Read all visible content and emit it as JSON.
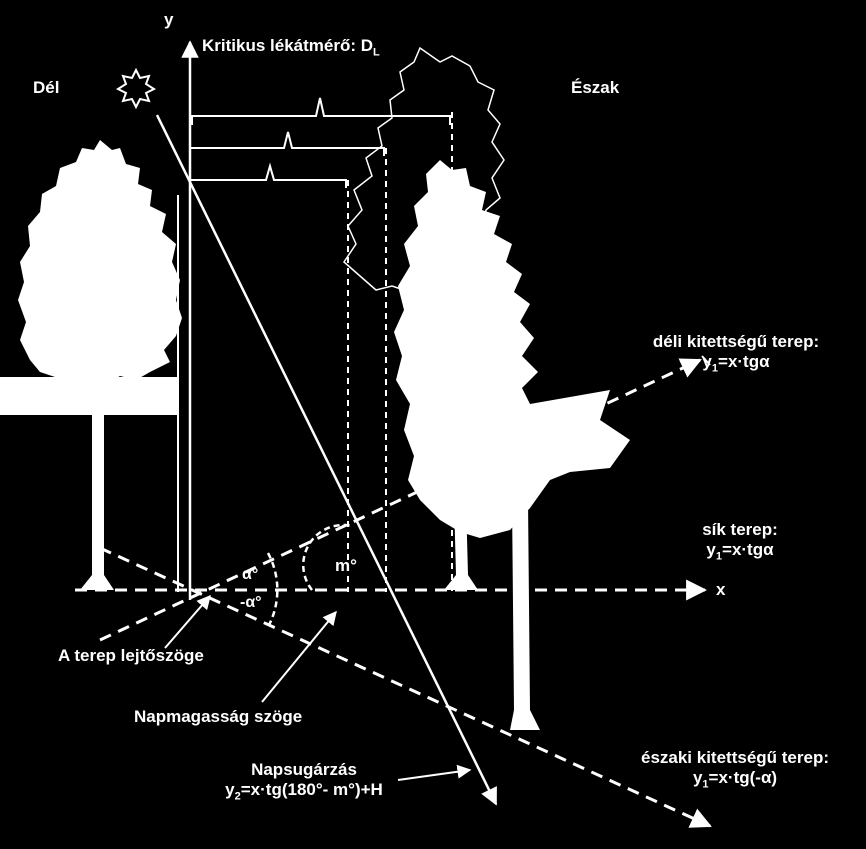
{
  "axes": {
    "y": "y",
    "x": "x"
  },
  "title": {
    "text": "Kritikus lékátmérő: D",
    "subscript": "L"
  },
  "directions": {
    "south": "Dél",
    "north": "Észak"
  },
  "angles": {
    "alpha": "α°",
    "neg_alpha": "-α°",
    "sun": "m°"
  },
  "terrain": {
    "south_facing": {
      "label": "déli kitettségű terep:",
      "formula_pre": "y",
      "formula_sub": "1",
      "formula_post": "=x·tgα"
    },
    "flat": {
      "label": "sík terep:",
      "formula_pre": "y",
      "formula_sub": "1",
      "formula_post": "=x·tgα"
    },
    "north_facing": {
      "label": "északi kitettségű terep:",
      "formula_pre": "y",
      "formula_sub": "1",
      "formula_post": "=x·tg(-α)"
    }
  },
  "annotations": {
    "slope_angle": "A terep lejtőszöge",
    "sun_angle": "Napmagasság szöge",
    "sunray": {
      "label": "Napsugárzás",
      "formula_pre": "y",
      "formula_sub": "2",
      "formula_post": "=x·tg(180°- m°)+H"
    }
  },
  "colors": {
    "background": "#000000",
    "foreground": "#ffffff"
  },
  "icons": {
    "sun": "star-icon",
    "tree": "conifer-tree-icon"
  }
}
